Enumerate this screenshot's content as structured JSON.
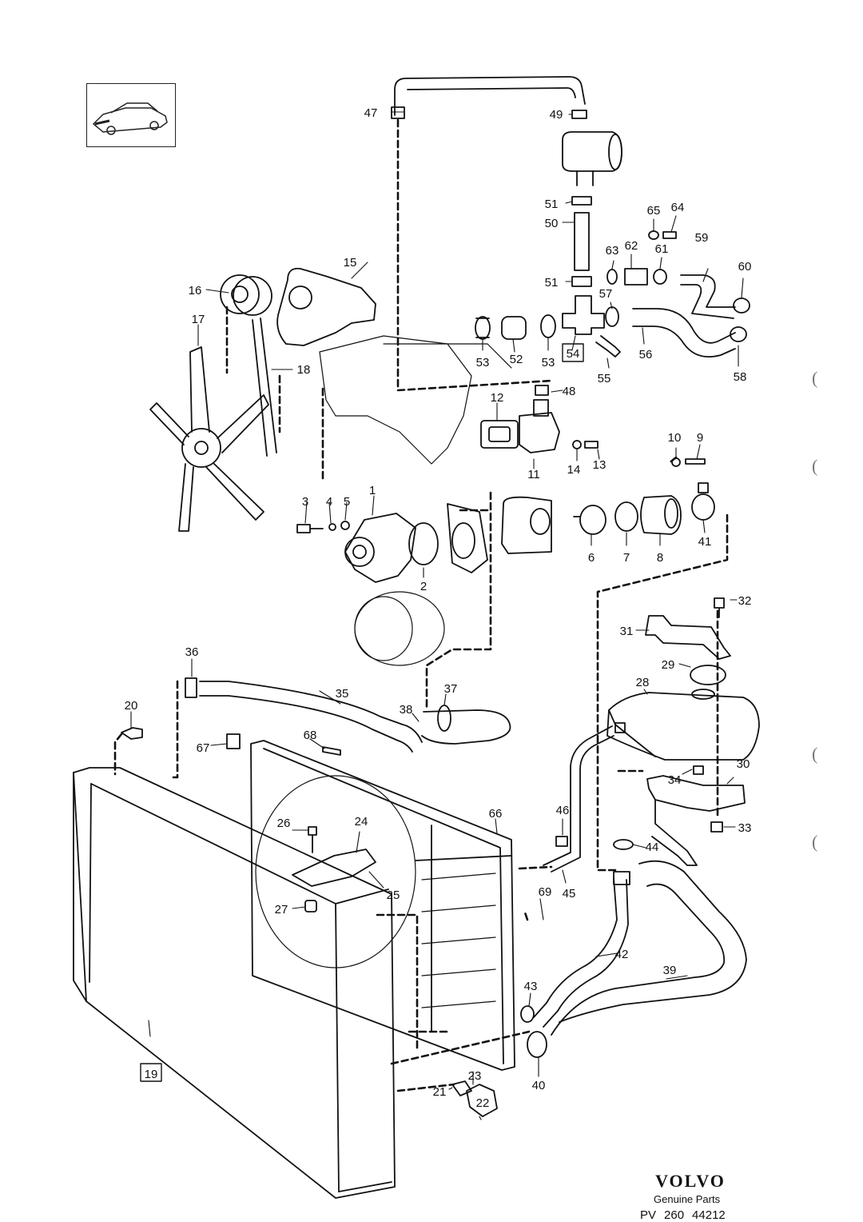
{
  "brand": {
    "name": "VOLVO",
    "subtitle": "Genuine Parts",
    "ref_prefix": "PV",
    "ref_code_1": "260",
    "ref_code_2": "44212"
  },
  "margin_marks": [
    "(",
    "(",
    "(",
    "("
  ],
  "labels": [
    {
      "id": "1",
      "t": "1"
    },
    {
      "id": "2",
      "t": "2"
    },
    {
      "id": "3",
      "t": "3"
    },
    {
      "id": "4",
      "t": "4"
    },
    {
      "id": "5",
      "t": "5"
    },
    {
      "id": "6",
      "t": "6"
    },
    {
      "id": "7",
      "t": "7"
    },
    {
      "id": "8",
      "t": "8"
    },
    {
      "id": "9",
      "t": "9"
    },
    {
      "id": "10",
      "t": "10"
    },
    {
      "id": "11",
      "t": "11"
    },
    {
      "id": "12",
      "t": "12"
    },
    {
      "id": "13",
      "t": "13"
    },
    {
      "id": "14",
      "t": "14"
    },
    {
      "id": "15",
      "t": "15"
    },
    {
      "id": "16",
      "t": "16"
    },
    {
      "id": "17",
      "t": "17"
    },
    {
      "id": "18",
      "t": "18"
    },
    {
      "id": "19",
      "t": "19"
    },
    {
      "id": "20",
      "t": "20"
    },
    {
      "id": "21",
      "t": "21"
    },
    {
      "id": "22",
      "t": "22"
    },
    {
      "id": "23",
      "t": "23"
    },
    {
      "id": "24",
      "t": "24"
    },
    {
      "id": "25",
      "t": "25"
    },
    {
      "id": "26",
      "t": "26"
    },
    {
      "id": "27",
      "t": "27"
    },
    {
      "id": "28",
      "t": "28"
    },
    {
      "id": "29",
      "t": "29"
    },
    {
      "id": "30",
      "t": "30"
    },
    {
      "id": "31",
      "t": "31"
    },
    {
      "id": "32",
      "t": "32"
    },
    {
      "id": "33",
      "t": "33"
    },
    {
      "id": "34",
      "t": "34"
    },
    {
      "id": "35",
      "t": "35"
    },
    {
      "id": "36",
      "t": "36"
    },
    {
      "id": "37",
      "t": "37"
    },
    {
      "id": "38",
      "t": "38"
    },
    {
      "id": "39",
      "t": "39"
    },
    {
      "id": "40",
      "t": "40"
    },
    {
      "id": "41",
      "t": "41"
    },
    {
      "id": "42",
      "t": "42"
    },
    {
      "id": "43",
      "t": "43"
    },
    {
      "id": "44",
      "t": "44"
    },
    {
      "id": "45",
      "t": "45"
    },
    {
      "id": "46",
      "t": "46"
    },
    {
      "id": "47",
      "t": "47"
    },
    {
      "id": "48",
      "t": "48"
    },
    {
      "id": "49",
      "t": "49"
    },
    {
      "id": "50",
      "t": "50"
    },
    {
      "id": "51a",
      "t": "51"
    },
    {
      "id": "51b",
      "t": "51"
    },
    {
      "id": "52",
      "t": "52"
    },
    {
      "id": "53a",
      "t": "53"
    },
    {
      "id": "53b",
      "t": "53"
    },
    {
      "id": "54",
      "t": "54"
    },
    {
      "id": "55",
      "t": "55"
    },
    {
      "id": "56",
      "t": "56"
    },
    {
      "id": "57",
      "t": "57"
    },
    {
      "id": "58",
      "t": "58"
    },
    {
      "id": "59",
      "t": "59"
    },
    {
      "id": "60",
      "t": "60"
    },
    {
      "id": "61",
      "t": "61"
    },
    {
      "id": "62",
      "t": "62"
    },
    {
      "id": "63",
      "t": "63"
    },
    {
      "id": "64",
      "t": "64"
    },
    {
      "id": "65",
      "t": "65"
    },
    {
      "id": "66",
      "t": "66"
    },
    {
      "id": "67",
      "t": "67"
    },
    {
      "id": "68",
      "t": "68"
    },
    {
      "id": "69",
      "t": "69"
    }
  ]
}
